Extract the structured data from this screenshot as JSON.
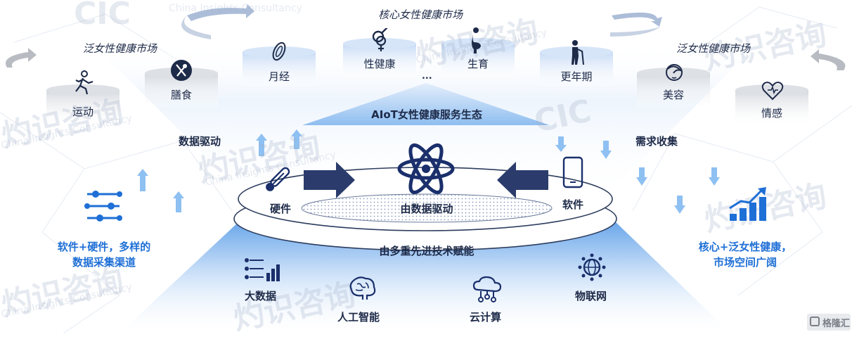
{
  "top_title": "核心女性健康市场",
  "left_title": "泛女性健康市场",
  "right_title": "泛女性健康市场",
  "core_items": [
    {
      "label": "月经",
      "icon": "sanitary-pad-icon"
    },
    {
      "label": "性健康",
      "icon": "gender-symbols-icon"
    },
    {
      "label": "生育",
      "icon": "pregnant-woman-icon"
    },
    {
      "label": "更年期",
      "icon": "elderly-person-icon"
    }
  ],
  "core_ellipsis": "...",
  "left_items": [
    {
      "label": "运动",
      "icon": "running-person-icon"
    },
    {
      "label": "膳食",
      "icon": "fork-knife-icon"
    }
  ],
  "right_items": [
    {
      "label": "美容",
      "icon": "woman-face-icon"
    },
    {
      "label": "情感",
      "icon": "heart-icon"
    }
  ],
  "ecosystem_label": "AIoT女性健康服务生态",
  "data_driven_label": "数据驱动",
  "demand_label": "需求收集",
  "hardware_label": "硬件",
  "software_label": "软件",
  "center_label": "由数据驱动",
  "tech_label": "由多重先进技术赋能",
  "left_note_line1": "软件+硬件，多样的",
  "left_note_line2": "数据采集渠道",
  "right_note_line1": "核心+泛女性健康，",
  "right_note_line2": "市场空间广阔",
  "tech_items": [
    {
      "label": "大数据",
      "icon": "big-data-icon"
    },
    {
      "label": "人工智能",
      "icon": "ai-brain-icon"
    },
    {
      "label": "云计算",
      "icon": "cloud-icon"
    },
    {
      "label": "物联网",
      "icon": "iot-globe-icon"
    }
  ],
  "watermarks": [
    "CIC",
    "灼识咨询",
    "China Insights Consultancy"
  ],
  "badge_text": "格隆汇",
  "colors": {
    "navy": "#1a2f6b",
    "accent_blue": "#1e6fd6",
    "arrow_blue": "#6aaef0",
    "cylinder_top": "#c9dcf5",
    "cylinder_gray": "#d9dde3"
  }
}
